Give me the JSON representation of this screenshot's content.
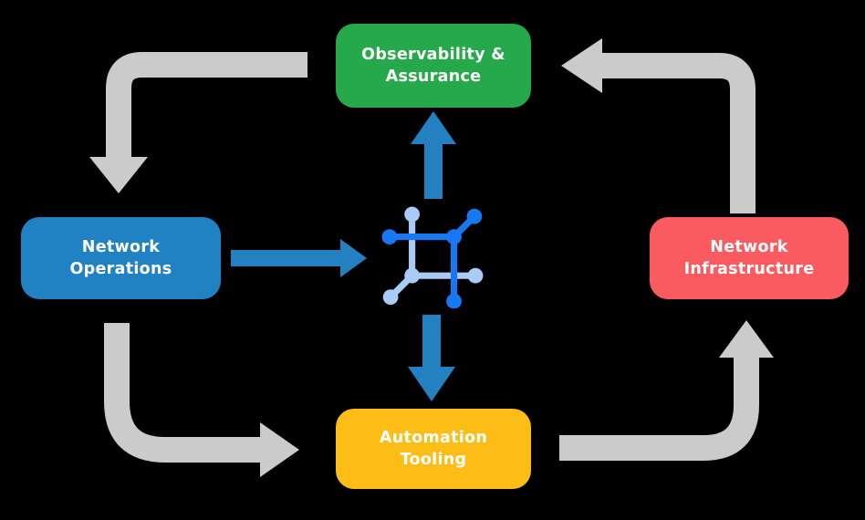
{
  "diagram": {
    "description": "Closed-loop network automation cycle diagram",
    "nodes": {
      "observability": {
        "line1": "Observability &",
        "line2": "Assurance"
      },
      "operations": {
        "line1": "Network",
        "line2": "Operations"
      },
      "infrastructure": {
        "line1": "Network",
        "line2": "Infrastructure"
      },
      "automation": {
        "line1": "Automation",
        "line2": "Tooling"
      }
    },
    "icons": {
      "center": "network-mesh-icon"
    },
    "flows": [
      "Observability & Assurance -> Network Operations (gray elbow arrow, down)",
      "Network Operations -> Automation Tooling (gray elbow arrow, right)",
      "Automation Tooling -> Network Infrastructure (gray elbow arrow, up)",
      "Network Infrastructure -> Observability & Assurance (gray elbow arrow, left)",
      "Network Operations -> center mesh icon (blue arrow, right)",
      "center mesh icon -> Observability & Assurance (blue arrow, up)",
      "center mesh icon -> Automation Tooling (blue arrow, down)"
    ]
  },
  "colors": {
    "node_green": "#26a94b",
    "node_blue": "#2182c3",
    "node_red": "#f95b61",
    "node_yellow": "#fcbd17",
    "arrow_gray": "#cbcbcb",
    "arrow_blue": "#2381c2",
    "icon_dark": "#1877f2",
    "icon_light": "#a9cbf5",
    "bg": "#000000",
    "text_white": "#ffffff"
  }
}
